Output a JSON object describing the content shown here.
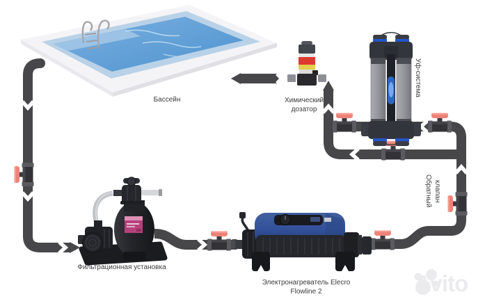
{
  "diagram": {
    "pool_label": "Бассейн",
    "chemical_doser": {
      "line1": "Химический",
      "line2": "дозатор"
    },
    "uv_system_label": "Уф-система",
    "check_valve": {
      "line1": "Обратный",
      "line2": "клапан"
    },
    "filter_unit_label": "Фильтрационная установка",
    "heater": {
      "line1": "Электронагреватель Elecro",
      "line2": "Flowline 2"
    }
  },
  "watermark": {
    "text": "Avito"
  },
  "colors": {
    "pipe_gray": "#474749",
    "valve_handle_pink": "#ee8177",
    "valve_body": "#323237",
    "pool_water_blue": "#5f9fd8",
    "pool_deck_white": "#f4f4f6",
    "uv_ring_blue": "#2457c8",
    "uv_tube_gray": "#95959c",
    "heater_blue": "#32519b",
    "doser_red": "#dd3b2f",
    "doser_yellow": "#e5cf4e",
    "filter_label_pink": "#b8407c",
    "equipment_black": "#1d1f23",
    "label_text": "#3b3b3d",
    "watermark_gray": "#ebebee",
    "background": "#ffffff"
  }
}
